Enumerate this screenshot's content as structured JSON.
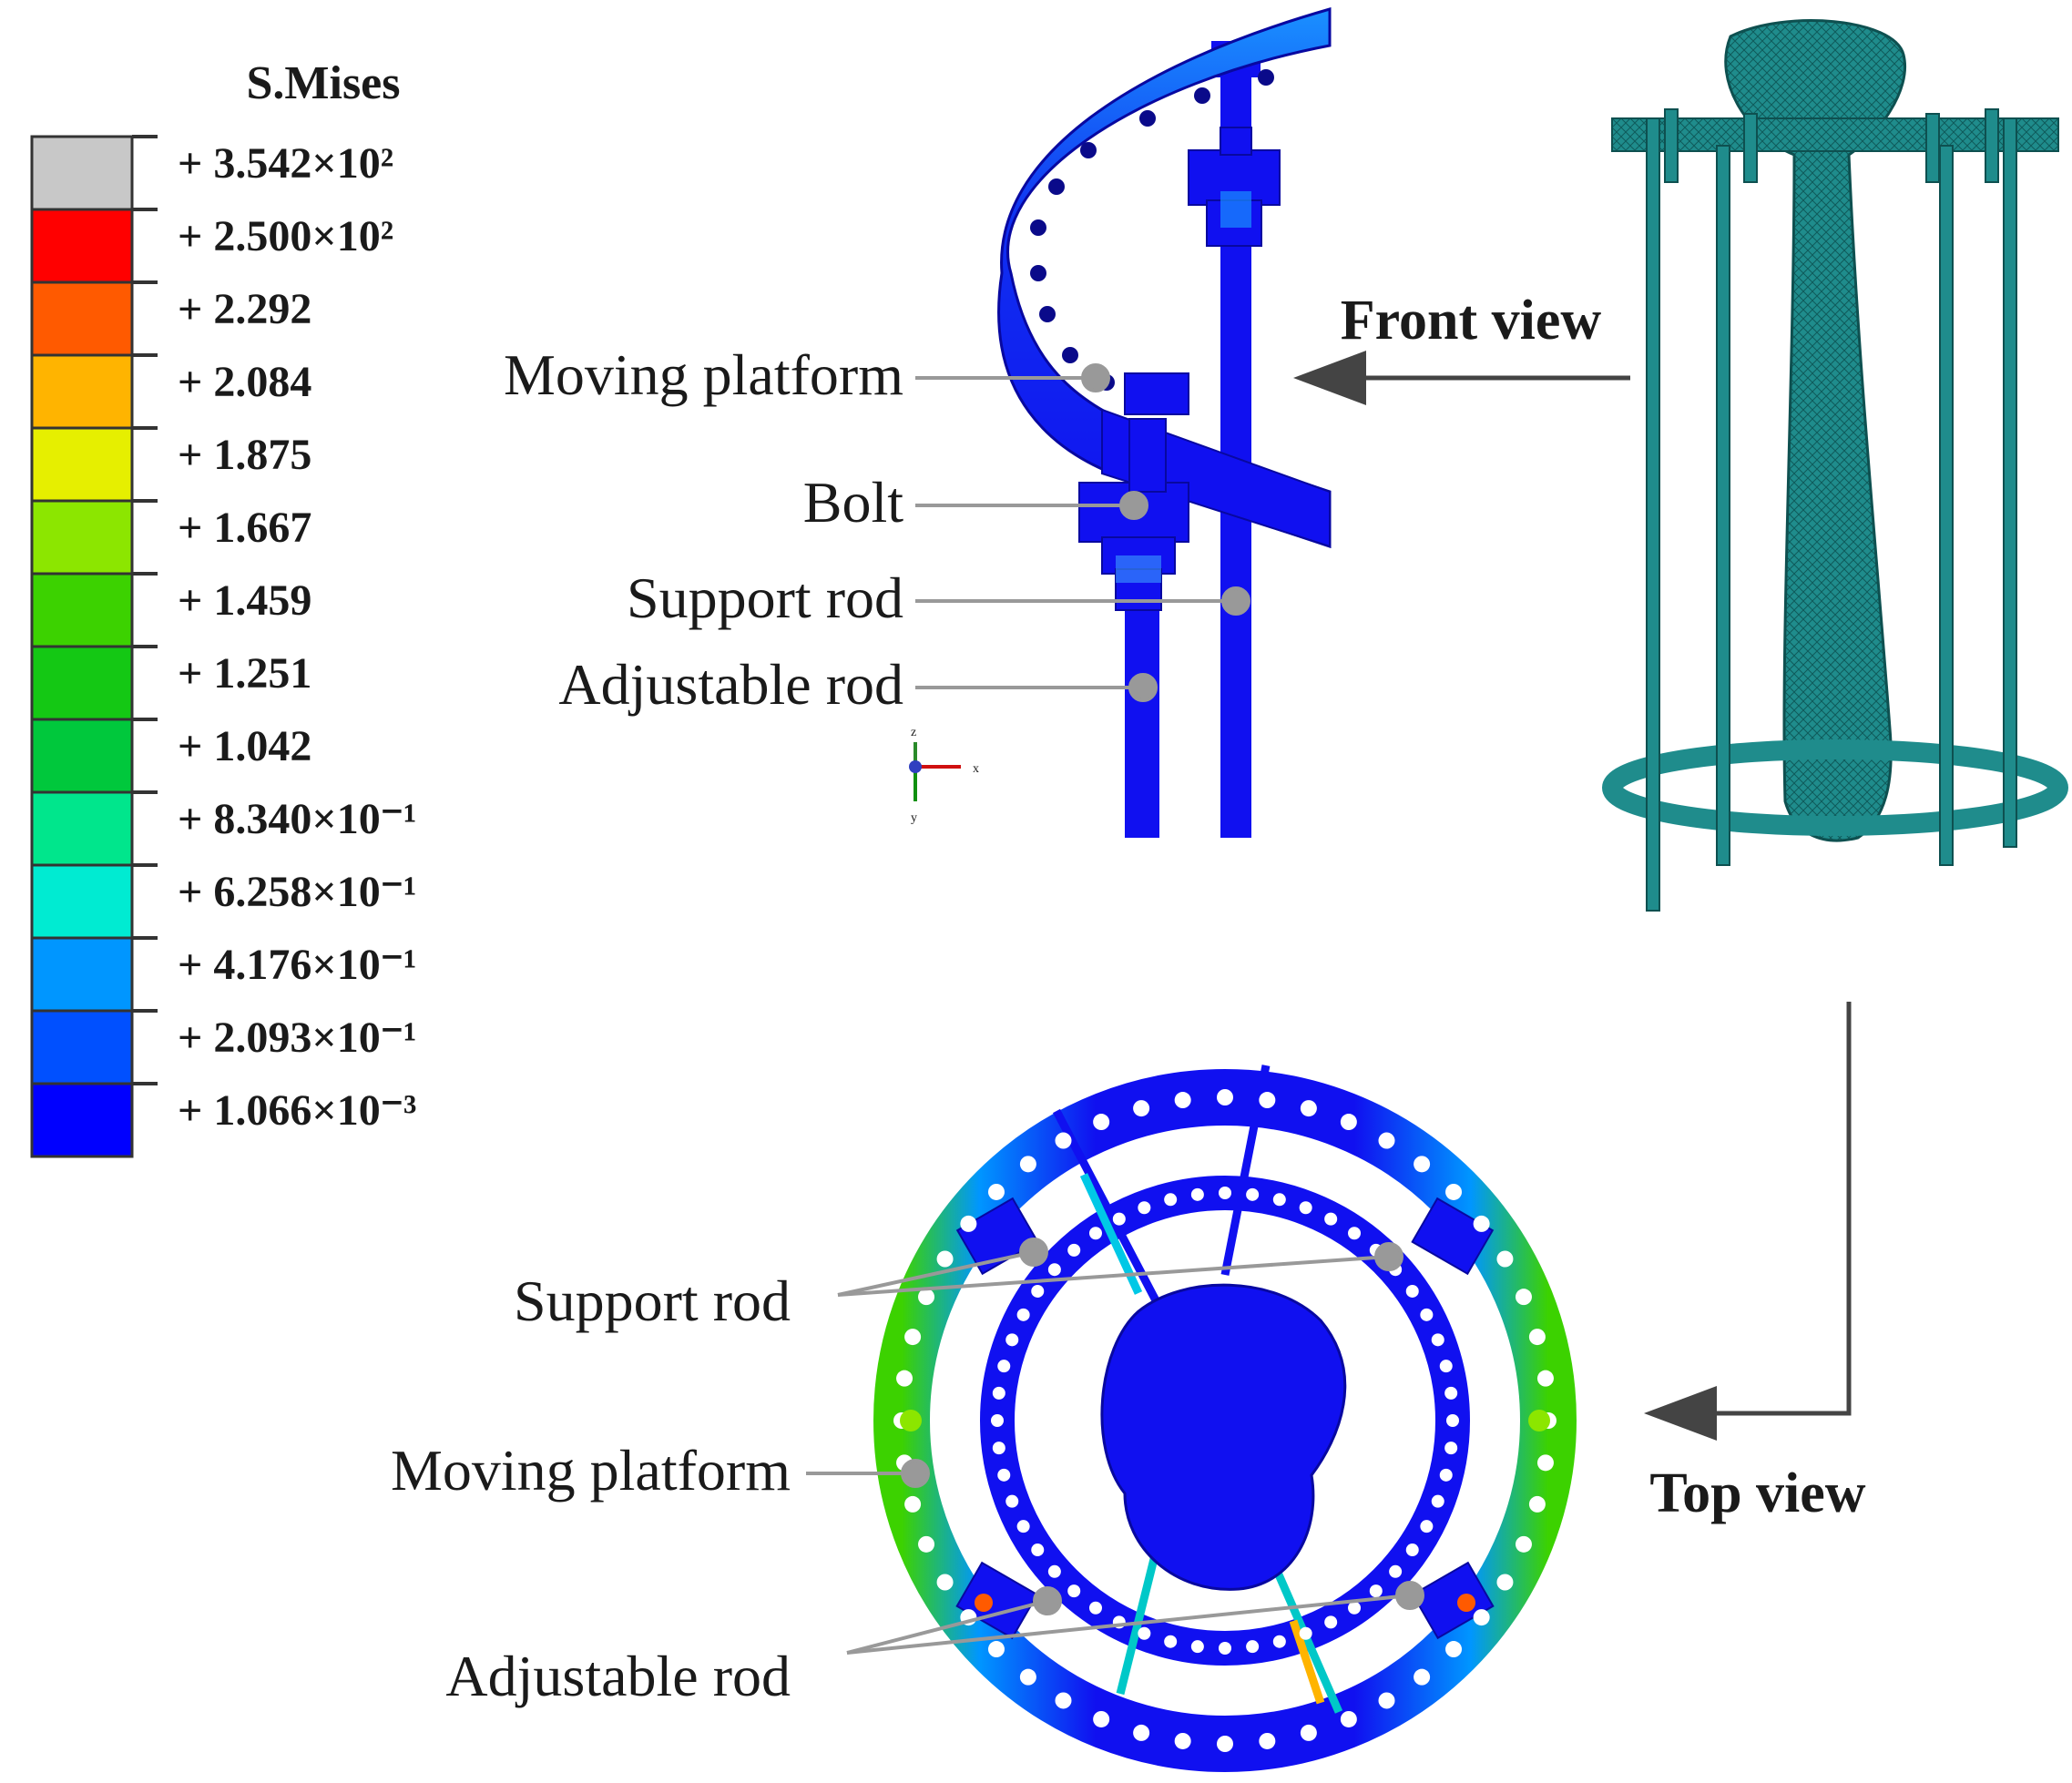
{
  "legend": {
    "title": "S.Mises",
    "entries": [
      {
        "label": "+ 3.542×10²",
        "color": "#c8c8c8"
      },
      {
        "label": "+ 2.500×10²",
        "color": "#ff0000"
      },
      {
        "label": "+ 2.292",
        "color": "#ff5a00"
      },
      {
        "label": "+ 2.084",
        "color": "#ffb400"
      },
      {
        "label": "+ 1.875",
        "color": "#e6ef00"
      },
      {
        "label": "+ 1.667",
        "color": "#8ce600"
      },
      {
        "label": "+ 1.459",
        "color": "#3cd200"
      },
      {
        "label": "+ 1.251",
        "color": "#14c814"
      },
      {
        "label": "+ 1.042",
        "color": "#00c83c"
      },
      {
        "label": "+ 8.340×10⁻¹",
        "color": "#00e68c"
      },
      {
        "label": "+ 6.258×10⁻¹",
        "color": "#00ebd2"
      },
      {
        "label": "+ 4.176×10⁻¹",
        "color": "#0096ff"
      },
      {
        "label": "+ 2.093×10⁻¹",
        "color": "#0050ff"
      },
      {
        "label": "+ 1.066×10⁻³",
        "color": "#0000ff"
      }
    ]
  },
  "front_labels": {
    "moving_platform": "Moving platform",
    "bolt": "Bolt",
    "support_rod": "Support rod",
    "adjustable_rod": "Adjustable rod"
  },
  "top_labels": {
    "support_rod": "Support rod",
    "moving_platform": "Moving platform",
    "adjustable_rod": "Adjustable rod"
  },
  "views": {
    "front": "Front view",
    "top": "Top view"
  },
  "axis_triad": {
    "z": "z",
    "x": "x",
    "y": "y"
  },
  "colors": {
    "mesh_teal": "#1a8a8a",
    "fea_blue": "#1010f0",
    "leader_gray": "#999999",
    "arrow_dark": "#444444"
  }
}
